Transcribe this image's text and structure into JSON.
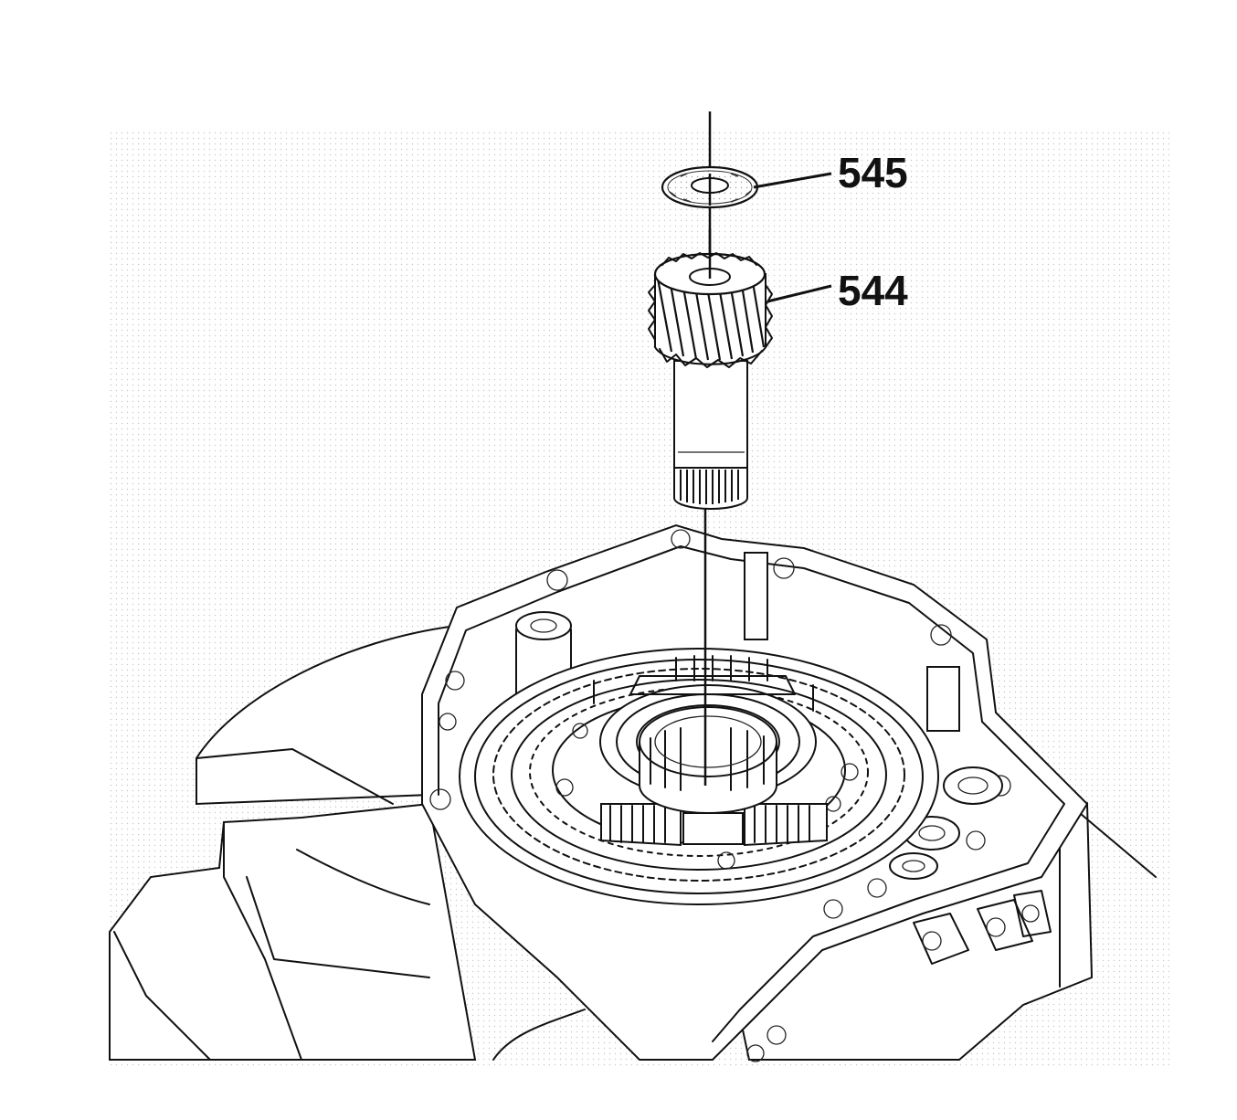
{
  "figure": {
    "callouts": [
      {
        "id": "washer",
        "label": "545"
      },
      {
        "id": "gear",
        "label": "544"
      }
    ],
    "colors": {
      "ink": "#111111",
      "paper": "#ffffff",
      "stipple": "#9a9a9a"
    }
  }
}
